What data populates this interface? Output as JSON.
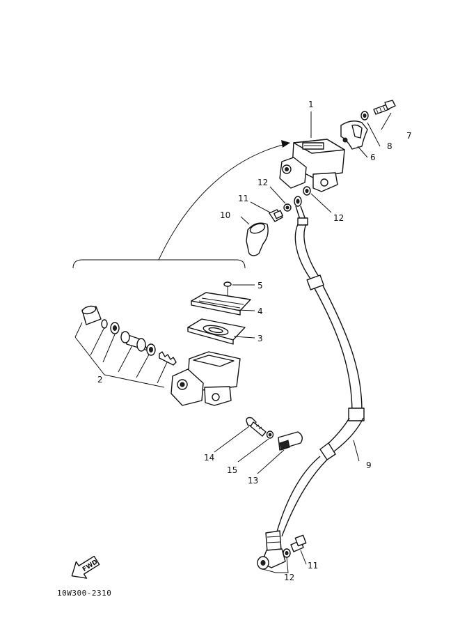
{
  "diagram": {
    "drawing_code": "10W300-2310",
    "fwd_label": "FWD",
    "callouts": {
      "p1": "1",
      "p2": "2",
      "p3": "3",
      "p4": "4",
      "p5": "5",
      "p6": "6",
      "p7": "7",
      "p8": "8",
      "p9": "9",
      "p10": "10",
      "p11_top": "11",
      "p11_bottom": "11",
      "p12_left": "12",
      "p12_right": "12",
      "p12_bottom": "12",
      "p13": "13",
      "p14": "14",
      "p15": "15"
    }
  }
}
